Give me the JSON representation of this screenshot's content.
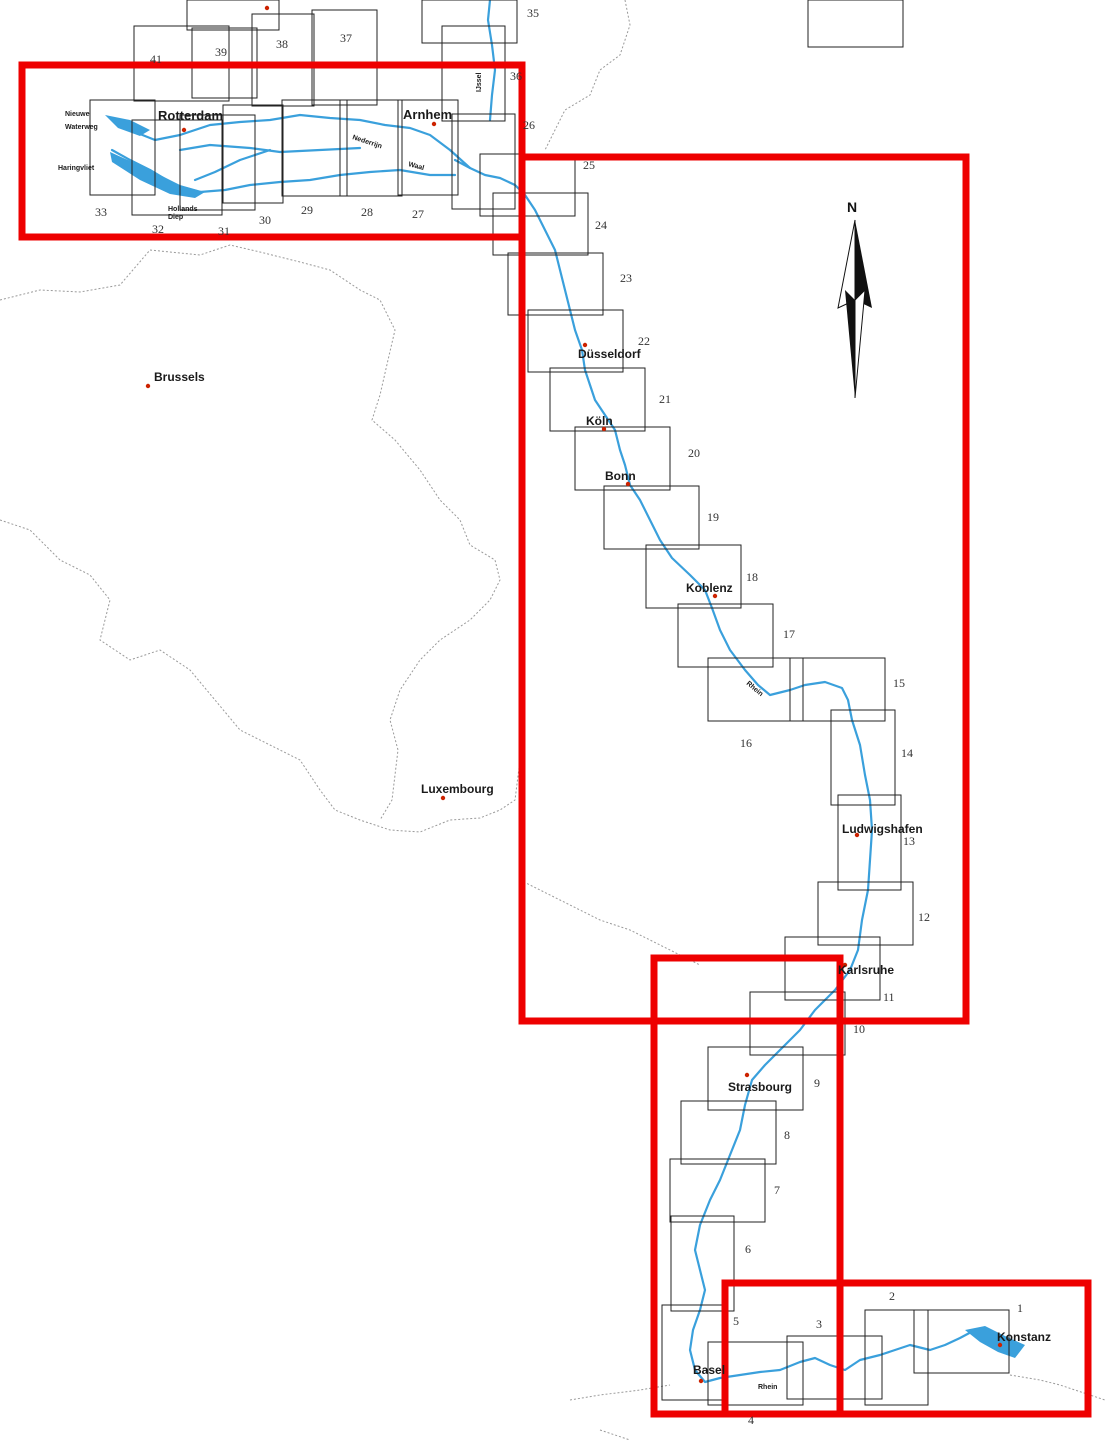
{
  "north_label": "N",
  "colors": {
    "river": "#3aa0dc",
    "sheet_frame": "#222222",
    "highlight": "#ee0000",
    "city_dot": "#cc2200",
    "border": "#999999"
  },
  "cities": [
    {
      "key": "rotterdam",
      "label": "Rotterdam"
    },
    {
      "key": "arnhem",
      "label": "Arnhem"
    },
    {
      "key": "dusseldorf",
      "label": "Düsseldorf"
    },
    {
      "key": "koln",
      "label": "Köln"
    },
    {
      "key": "bonn",
      "label": "Bonn"
    },
    {
      "key": "koblenz",
      "label": "Koblenz"
    },
    {
      "key": "brussels",
      "label": "Brussels"
    },
    {
      "key": "luxembourg",
      "label": "Luxembourg"
    },
    {
      "key": "ludwigshafen",
      "label": "Ludwigshafen"
    },
    {
      "key": "karlsruhe",
      "label": "Karlsruhe"
    },
    {
      "key": "strasbourg",
      "label": "Strasbourg"
    },
    {
      "key": "basel",
      "label": "Basel"
    },
    {
      "key": "konstanz",
      "label": "Konstanz"
    }
  ],
  "water_labels": {
    "nieuwe": "Nieuwe",
    "waterweg": "Waterweg",
    "haringvliet": "Haringvliet",
    "hollands": "Hollands",
    "diep": "Diep",
    "nederrijn": "Nederrijn",
    "waal": "Waal",
    "ijssel": "IJssel",
    "rhein_middle": "Rhein",
    "rhein_south": "Rhein"
  },
  "sheet_numbers": [
    "1",
    "2",
    "3",
    "4",
    "5",
    "6",
    "7",
    "8",
    "9",
    "10",
    "11",
    "12",
    "13",
    "14",
    "15",
    "16",
    "17",
    "18",
    "19",
    "20",
    "21",
    "22",
    "23",
    "24",
    "25",
    "26",
    "27",
    "28",
    "29",
    "30",
    "31",
    "32",
    "33",
    "35",
    "36",
    "37",
    "38",
    "39",
    "41"
  ]
}
